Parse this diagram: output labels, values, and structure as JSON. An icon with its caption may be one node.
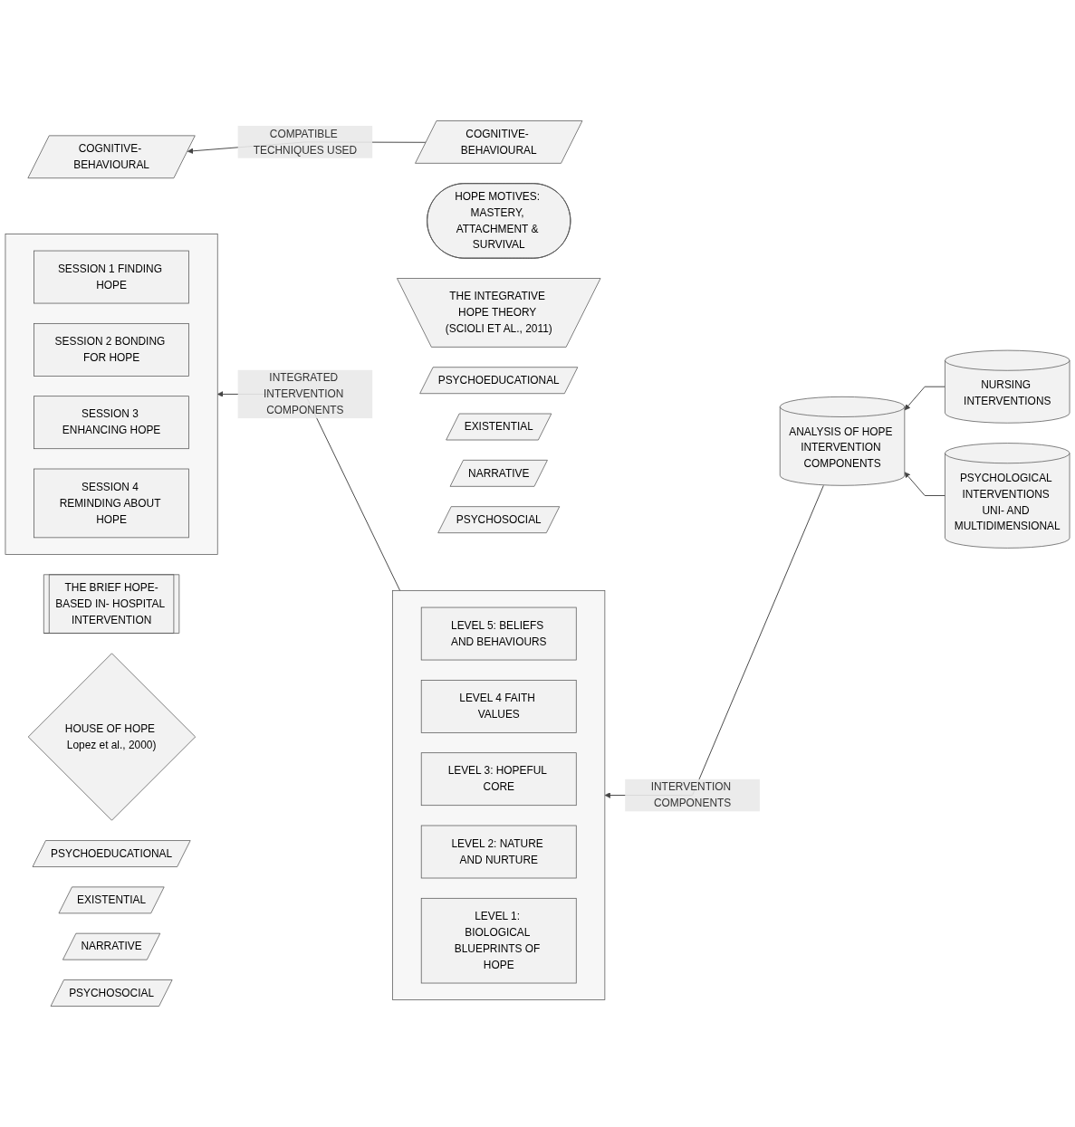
{
  "diagram": {
    "nodes": [
      {
        "text": [
          "THE BRIEF HOPE-BASED IN- HOSPITAL INTERVENTION"
        ]
      },
      {
        "text": [
          "HOUSE OF HOPE Lopez et al., 2000)"
        ]
      },
      {
        "text": [],
        "shape": "box"
      },
      {
        "text": [
          "SESSION 1 FINDING HOPE"
        ],
        "in": 2
      },
      {
        "text": [
          "SESSION 2 BONDING FOR HOPE"
        ],
        "in": 2
      },
      {
        "text": [
          "SESSION 3 ENHANCING HOPE"
        ],
        "in": 2
      },
      {
        "text": [
          "SESSION 4 REMINDING ABOUT HOPE"
        ],
        "in": 2
      },
      {
        "text": [
          "HOPE MOTIVES: MASTERY, ATTACHMENT & SURVIVAL"
        ]
      },
      {
        "text": [
          "THE INTEGRATIVE HOPE THEORY (SCIOLI ET AL., 2011)"
        ]
      },
      {
        "text": [],
        "shape": "box"
      },
      {
        "text": [
          "LEVEL 5: BELIEFS AND BEHAVIOURS"
        ],
        "in": 9
      },
      {
        "text": [
          "LEVEL 4 FAITH VALUES"
        ],
        "in": 9
      },
      {
        "text": [
          "LEVEL 3: HOPEFUL CORE"
        ],
        "in": 9
      },
      {
        "text": [
          "LEVEL 2: NATURE AND NURTURE"
        ],
        "in": 9
      },
      {
        "text": [
          "LEVEL 1: BIOLOGICAL BLUEPRINTS OF HOPE"
        ],
        "in": 9
      },
      {
        "text": [
          "PSYCHOEDUCATIONAL"
        ]
      },
      {
        "text": [
          "EXISTENTIAL"
        ]
      },
      {
        "text": [
          "NARRATIVE"
        ]
      },
      {
        "text": [
          "PSYCHOSOCIAL"
        ]
      },
      {
        "text": [
          "COGNITIVE- BEHAVIOURAL"
        ]
      },
      {
        "text": [
          "PSYCHOEDUCATIONAL"
        ]
      },
      {
        "text": [
          "EXISTENTIAL"
        ]
      },
      {
        "text": [
          "NARRATIVE"
        ]
      },
      {
        "text": [
          "PSYCHOSOCIAL"
        ]
      },
      {
        "text": [
          "COGNITIVE- BEHAVIOURAL"
        ]
      },
      {
        "text": [
          "NURSING INTERVENTIONS"
        ]
      },
      {
        "text": [
          "ANALYSIS OF HOPE INTERVENTION COMPONENTS"
        ]
      },
      {
        "text": [
          "PSYCHOLOGICAL INTERVENTIONS UNI- AND MULTIDIMENSIONAL"
        ]
      }
    ],
    "edges": [
      {
        "from": 25,
        "to": 26,
        "arrow": "to"
      },
      {
        "from": 27,
        "to": 26,
        "arrow": "to"
      },
      {
        "from": 26,
        "to": 9,
        "arrow": "to",
        "label": "INTERVENTION COMPONENTS"
      },
      {
        "from": 9,
        "to": 2,
        "arrow": "to",
        "label": "INTEGRATED INTERVENTION COMPONENTS"
      },
      {
        "from": 24,
        "to": 19,
        "arrow": "to",
        "label": "COMPATIBLE TECHNIQUES USED"
      }
    ]
  }
}
